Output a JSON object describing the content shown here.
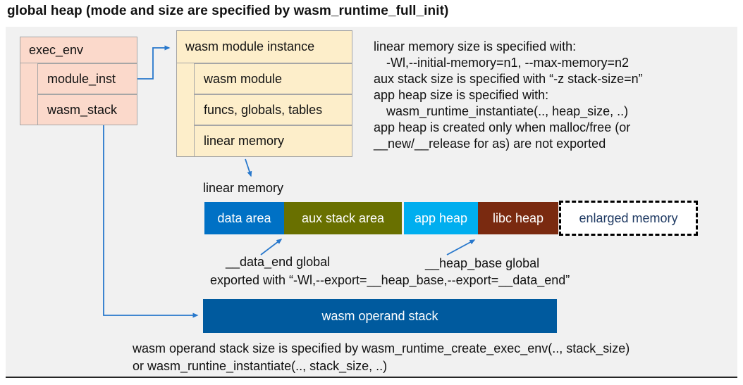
{
  "title": "global heap (mode and size are specified by wasm_runtime_full_init)",
  "exec_env": {
    "header": "exec_env",
    "fields": [
      "module_inst",
      "wasm_stack"
    ]
  },
  "module_instance": {
    "header": "wasm module instance",
    "fields": [
      "wasm module",
      "funcs, globals, tables",
      "linear memory"
    ]
  },
  "notes": {
    "lines": [
      "linear memory size is specified with:",
      "-Wl,--initial-memory=n1, --max-memory=n2",
      "aux stack size is specified with “-z stack-size=n”",
      "app heap size is specified with:",
      "wasm_runtime_instantiate(.., heap_size, ..)",
      "app heap is created only when malloc/free (or",
      "__new/__release for as) are not exported"
    ]
  },
  "linear_memory": {
    "label": "linear memory",
    "segments": [
      {
        "label": "data area",
        "color": "#0071c5"
      },
      {
        "label": "aux stack area",
        "color": "#697000"
      },
      {
        "label": "app heap",
        "color": "#00aeef"
      },
      {
        "label": "libc heap",
        "color": "#7a2a10"
      }
    ],
    "enlarged": {
      "label": "enlarged memory",
      "text_color": "#1f3a63"
    }
  },
  "annotations": {
    "data_end": "__data_end global",
    "heap_base": "__heap_base global",
    "exported": "exported with “-Wl,--export=__heap_base,--export=__data_end”"
  },
  "operand_stack": {
    "label": "wasm operand stack",
    "note_lines": [
      "wasm operand stack size is specified by wasm_runtime_create_exec_env(.., stack_size)",
      "or wasm_runtine_instantiate(.., stack_size, ..)"
    ]
  },
  "colors": {
    "panel_bg": "#f1f1f1",
    "box_pink": "#fbd9cb",
    "box_cream": "#fdeeca",
    "operand_stack": "#005a9e",
    "arrow": "#2878cc",
    "border_gray": "#a6a6a6"
  }
}
